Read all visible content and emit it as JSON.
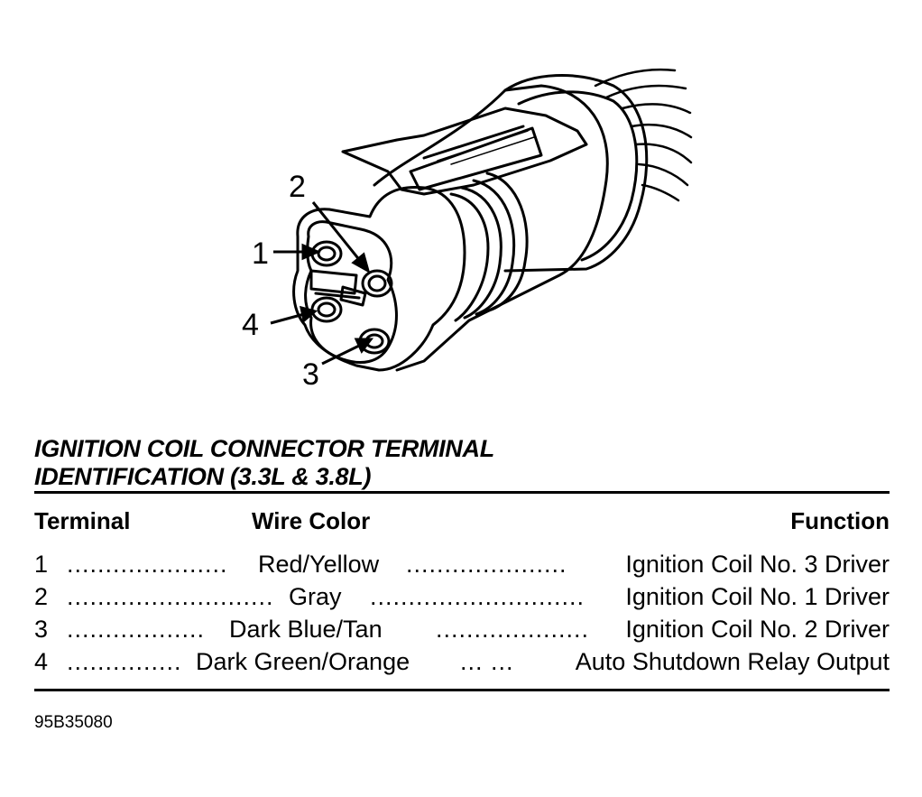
{
  "diagram": {
    "callouts": [
      "1",
      "2",
      "3",
      "4"
    ],
    "colors": {
      "ink": "#000000",
      "paper": "#ffffff"
    }
  },
  "table": {
    "title_line1": "IGNITION COIL CONNECTOR TERMINAL",
    "title_line2": "IDENTIFICATION (3.3L & 3.8L)",
    "headers": {
      "terminal": "Terminal",
      "wire_color": "Wire Color",
      "function": "Function"
    },
    "rows": [
      {
        "terminal": "1",
        "dots_a": ".....................",
        "wire_color": "Red/Yellow",
        "dots_b": ".....................",
        "function": "Ignition Coil No. 3 Driver"
      },
      {
        "terminal": "2",
        "dots_a": "...........................",
        "wire_color": "Gray",
        "dots_b": "............................",
        "function": "Ignition Coil No. 1 Driver"
      },
      {
        "terminal": "3",
        "dots_a": "..................",
        "wire_color": "Dark Blue/Tan",
        "dots_b": "....................",
        "function": "Ignition Coil No. 2 Driver"
      },
      {
        "terminal": "4",
        "dots_a": "...............",
        "wire_color": "Dark Green/Orange",
        "dots_b": "... ...",
        "function": "Auto Shutdown Relay Output"
      }
    ]
  },
  "figure_code": "95B35080"
}
